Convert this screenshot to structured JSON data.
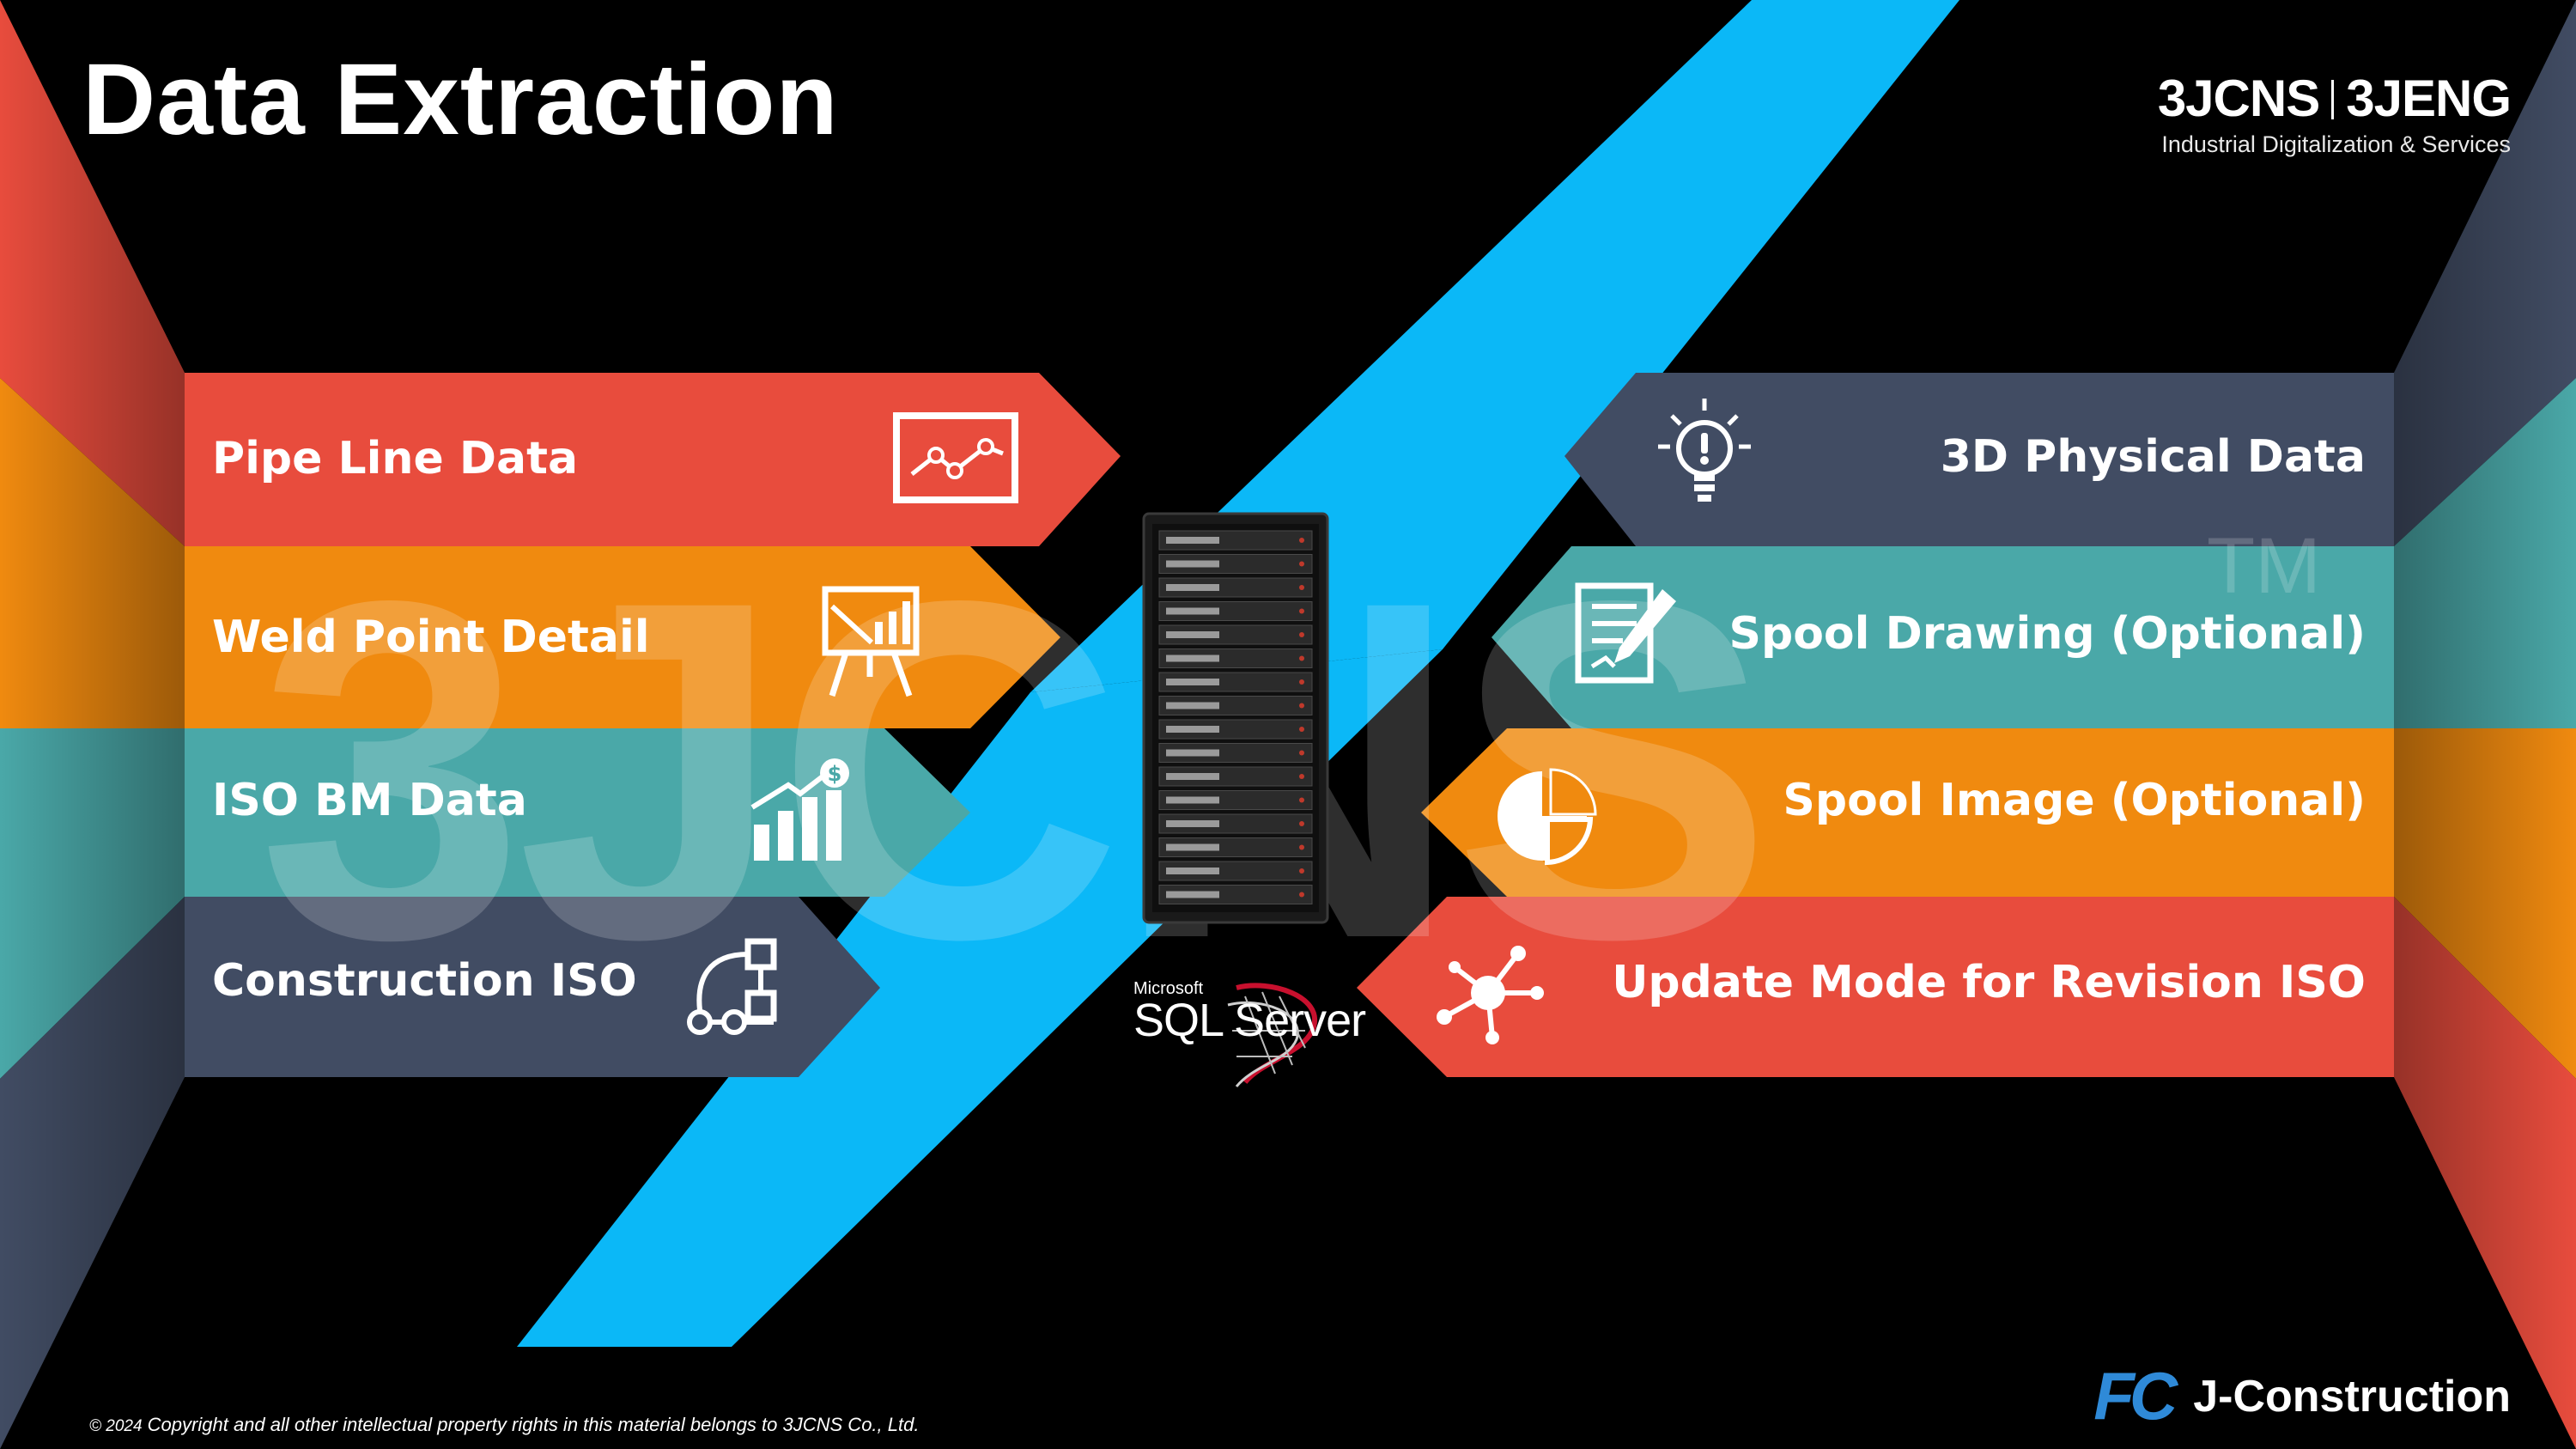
{
  "slide": {
    "title": "Data Extraction",
    "logo": {
      "left": "3JCNS",
      "right": "3JENG",
      "tagline": "Industrial Digitalization & Services"
    },
    "watermark": "3JCNS",
    "watermark_tm": "TM",
    "left_items": [
      {
        "label": "Pipe Line Data",
        "color": "#e84c3d",
        "icon": "line-chart-icon"
      },
      {
        "label": "Weld Point Detail",
        "color": "#f08a0f",
        "icon": "presentation-board-icon"
      },
      {
        "label": "ISO BM Data",
        "color": "#4aa8a8",
        "icon": "growth-chart-dollar-icon"
      },
      {
        "label": "Construction ISO",
        "color": "#414c63",
        "icon": "workflow-icon"
      }
    ],
    "right_items": [
      {
        "label": "3D Physical Data",
        "color": "#414c63",
        "icon": "lightbulb-icon"
      },
      {
        "label": "Spool Drawing (Optional)",
        "color": "#4aa8a8",
        "icon": "document-edit-icon"
      },
      {
        "label": "Spool Image (Optional)",
        "color": "#f08a0f",
        "icon": "pie-chart-icon"
      },
      {
        "label": "Update Mode for Revision ISO",
        "color": "#e84c3d",
        "icon": "network-hub-icon"
      }
    ],
    "database": {
      "vendor": "Microsoft",
      "product": "SQL Server"
    },
    "footer": {
      "year": "© 2024",
      "text": "Copyright and all other intellectual property rights in this material belongs to 3JCNS Co., Ltd."
    },
    "product_badge": {
      "mark": "FC",
      "name": "J-Construction"
    },
    "colors": {
      "accent_blue": "#0bb8f7",
      "background": "#000000"
    }
  }
}
